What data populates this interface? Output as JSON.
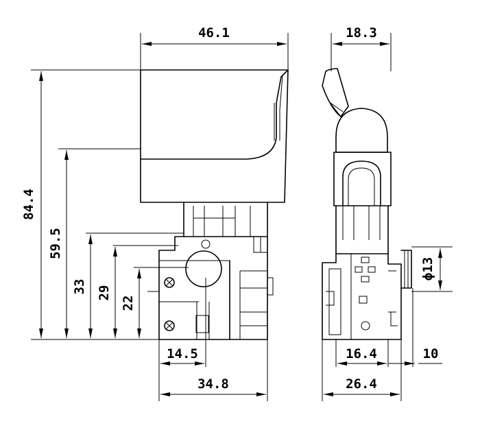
{
  "dimensions": {
    "front_width": "46.1",
    "total_height": "84.4",
    "height_to_trigger": "59.5",
    "height_33": "33",
    "height_29": "29",
    "height_22": "22",
    "offset_14_5": "14.5",
    "body_width": "34.8",
    "side_width": "18.3",
    "diameter": "ϕ13",
    "side_16_4": "16.4",
    "side_10": "10",
    "side_26_4": "26.4"
  }
}
